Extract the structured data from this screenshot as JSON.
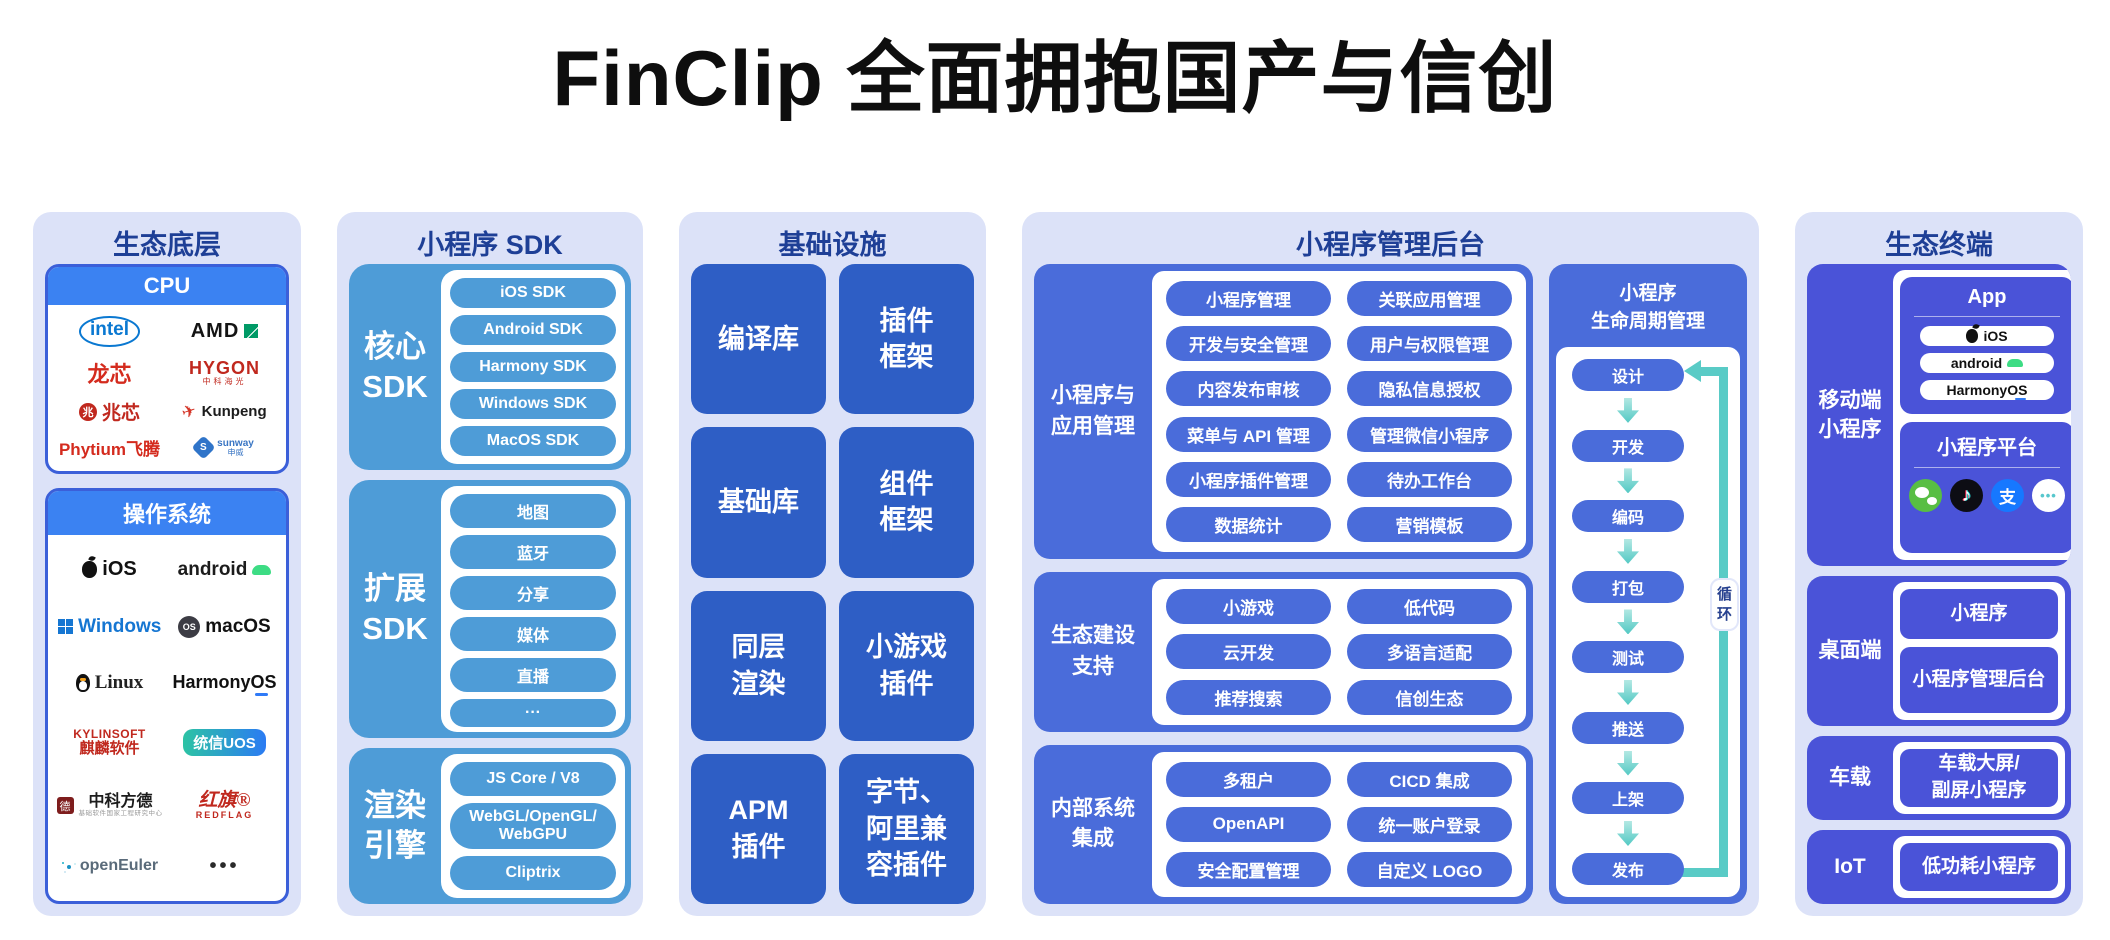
{
  "title": "FinClip 全面拥抱国产与信创",
  "colors": {
    "column_bg": "#dce2f8",
    "navy_header_text": "#1e3f96",
    "bright_blue": "#3b82f2",
    "card_border_blue": "#3b5fd9",
    "sky_blue": "#4e9cd7",
    "royal_blue": "#2e5ec5",
    "admin_blue": "#4a6cda",
    "indigo": "#4a53d8",
    "teal_arrow": "#59cbc6"
  },
  "eco_base": {
    "header": "生态底层",
    "cpu": {
      "header": "CPU",
      "logos": {
        "intel": "intel",
        "amd": "AMD",
        "loongson": "龙芯",
        "hygon": "HYGON",
        "hygon_sub": "中科海光",
        "zhaoxin_glyph": "兆",
        "zhaoxin": "兆芯",
        "kunpeng_glyph": "✈",
        "kunpeng": "Kunpeng",
        "phytium": "Phytium飞腾",
        "sunway_glyph": "S",
        "sunway": "sunway",
        "sunway_sub": "申威"
      }
    },
    "os": {
      "header": "操作系统",
      "logos": {
        "ios": "iOS",
        "android": "android",
        "windows": "Windows",
        "macos_badge": "OS",
        "macos": "macOS",
        "linux": "Linux",
        "harmonyos": "HarmonyOS",
        "kylin": "KYLINSOFT",
        "kylin_sub": "麒麟软件",
        "uos": "统信UOS",
        "fangde_seal": "德",
        "fangde": "中科方德",
        "fangde_sub": "基础软件国家工程研究中心",
        "redflag": "红旗®",
        "redflag_sub": "REDFLAG",
        "openeuler": "openEuler",
        "more": "•••"
      }
    }
  },
  "sdk": {
    "header": "小程序 SDK",
    "core": {
      "label": "核心\nSDK",
      "pills": [
        "iOS SDK",
        "Android SDK",
        "Harmony SDK",
        "Windows SDK",
        "MacOS SDK"
      ]
    },
    "ext": {
      "label": "扩展\nSDK",
      "pills": [
        "地图",
        "蓝牙",
        "分享",
        "媒体",
        "直播",
        "···"
      ]
    },
    "render": {
      "label": "渲染\n引擎",
      "pills": [
        "JS Core / V8",
        "WebGL/OpenGL/\nWebGPU",
        "Cliptrix"
      ]
    }
  },
  "infra": {
    "header": "基础设施",
    "tiles": [
      "编译库",
      "插件\n框架",
      "基础库",
      "组件\n框架",
      "同层\n渲染",
      "小游戏\n插件",
      "APM\n插件",
      "字节、\n阿里兼\n容插件"
    ]
  },
  "admin": {
    "header": "小程序管理后台",
    "app_mgmt": {
      "label": "小程序与\n应用管理",
      "pills": [
        "小程序管理",
        "关联应用管理",
        "开发与安全管理",
        "用户与权限管理",
        "内容发布审核",
        "隐私信息授权",
        "菜单与 API 管理",
        "管理微信小程序",
        "小程序插件管理",
        "待办工作台",
        "数据统计",
        "营销模板"
      ]
    },
    "eco_support": {
      "label": "生态建设\n支持",
      "pills": [
        "小游戏",
        "低代码",
        "云开发",
        "多语言适配",
        "推荐搜索",
        "信创生态"
      ]
    },
    "integration": {
      "label": "内部系统\n集成",
      "pills": [
        "多租户",
        "CICD 集成",
        "OpenAPI",
        "统一账户登录",
        "安全配置管理",
        "自定义 LOGO"
      ]
    },
    "lifecycle": {
      "header": "小程序\n生命周期管理",
      "steps": [
        "设计",
        "开发",
        "编码",
        "打包",
        "测试",
        "推送",
        "上架",
        "发布"
      ],
      "loop_label": "循\n环"
    }
  },
  "terminals": {
    "header": "生态终端",
    "mobile": {
      "label": "移动端\n小程序",
      "app": {
        "title": "App",
        "pills": [
          "iOS",
          "android",
          "HarmonyOS"
        ]
      },
      "platform": {
        "title": "小程序平台",
        "douyin_glyph": "♪",
        "alipay_glyph": "支",
        "more_glyph": "•••"
      }
    },
    "desktop": {
      "label": "桌面端",
      "tiles": [
        "小程序",
        "小程序管理后台"
      ]
    },
    "car": {
      "label": "车载",
      "tile": "车载大屏/\n副屏小程序"
    },
    "iot": {
      "label": "IoT",
      "tile": "低功耗小程序"
    }
  }
}
